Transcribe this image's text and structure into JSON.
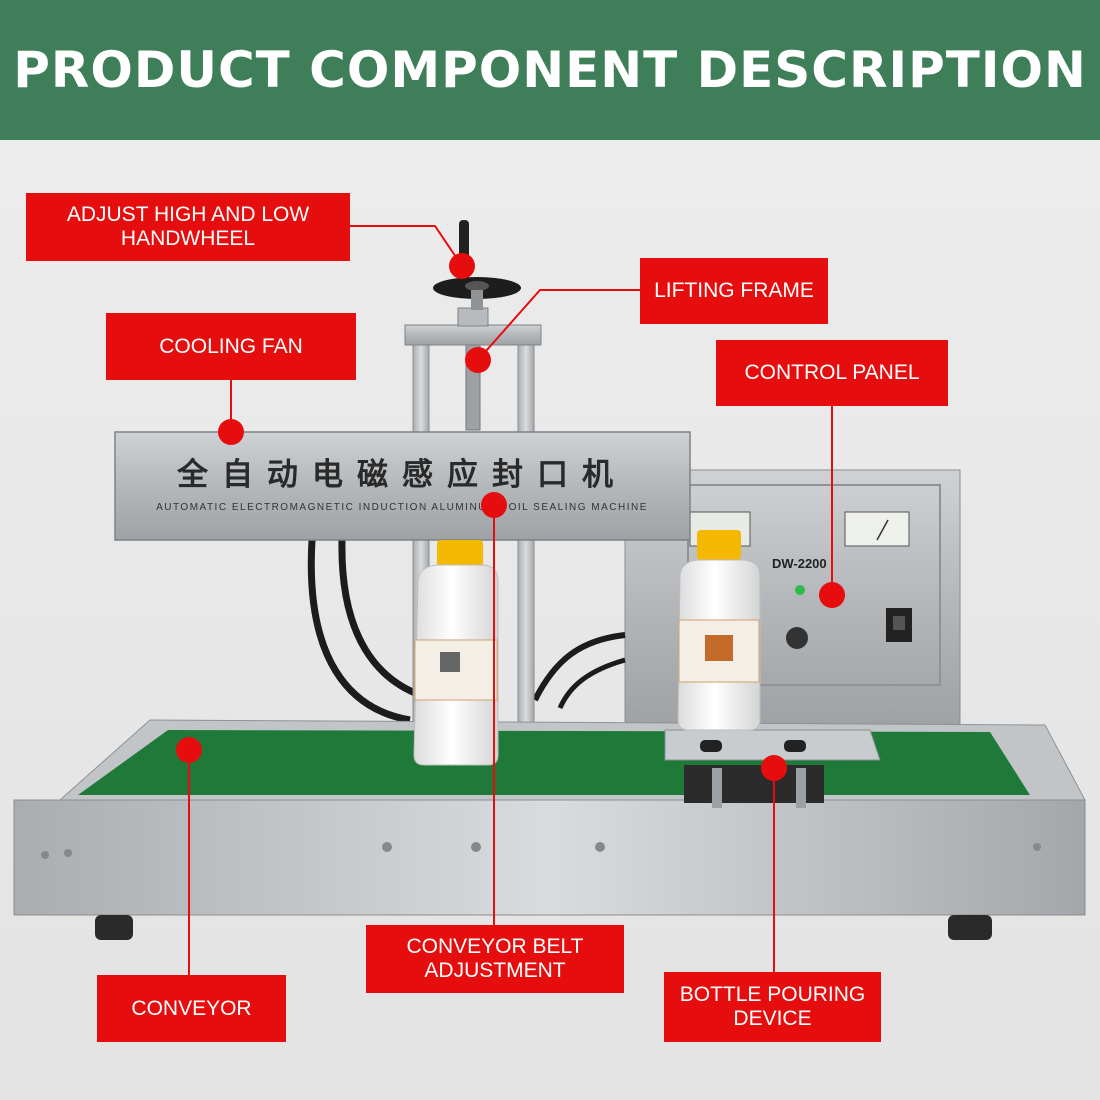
{
  "header": {
    "title": "PRODUCT COMPONENT DESCRIPTION"
  },
  "machine": {
    "sign_chinese": "全自动电磁感应封口机",
    "sign_english": "AUTOMATIC ELECTROMAGNETIC INDUCTION ALUMINUM FOIL SEALING MACHINE",
    "model": "DW-2200"
  },
  "labels": {
    "handwheel": "ADJUST HIGH AND LOW\nHANDWHEEL",
    "lifting_frame": "LIFTING FRAME",
    "cooling_fan": "COOLING FAN",
    "control_panel": "CONTROL PANEL",
    "conveyor": "CONVEYOR",
    "conveyor_belt_adjustment": "CONVEYOR BELT\nADJUSTMENT",
    "bottle_pouring_device": "BOTTLE POURING\nDEVICE"
  },
  "colors": {
    "banner": "#3e7f5a",
    "label": "#e50d0d",
    "belt": "#1f7a3a"
  }
}
